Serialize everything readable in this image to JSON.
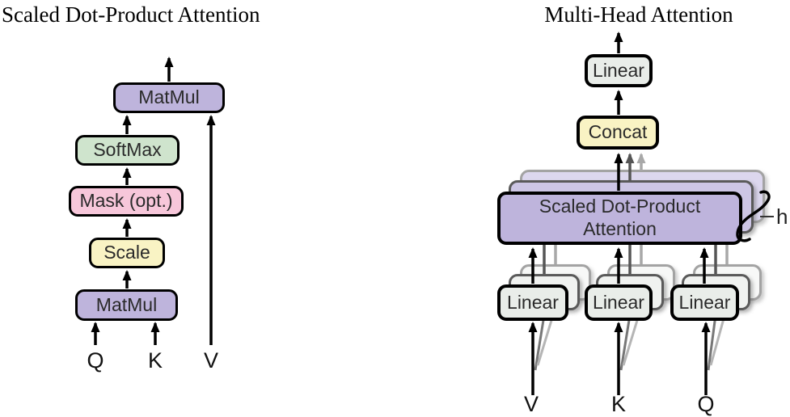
{
  "palette": {
    "purple": "#beb4dc",
    "purple_mid": "#cdc6e5",
    "purple_back": "#dcd7ee",
    "green": "#cfe4cd",
    "pink": "#f7c7da",
    "yellow": "#f9f3c4",
    "gray_green": "#e9ede9",
    "gray_mid": "#f0f2f0",
    "gray_back": "#f7f8f7",
    "shadow_mid_border": "#5a5a5a",
    "shadow_back_border": "#a3a3a3",
    "arrow_black": "#000000",
    "arrow_dark": "#555555",
    "arrow_light": "#a8a8a8"
  },
  "left": {
    "title": "Scaled Dot-Product Attention",
    "boxes": {
      "matmul_top": {
        "label": "MatMul"
      },
      "softmax": {
        "label": "SoftMax"
      },
      "mask": {
        "label": "Mask (opt.)"
      },
      "scale": {
        "label": "Scale"
      },
      "matmul_bottom": {
        "label": "MatMul"
      }
    },
    "inputs": {
      "q": "Q",
      "k": "K",
      "v": "V"
    }
  },
  "right": {
    "title": "Multi-Head Attention",
    "boxes": {
      "linear_out": {
        "label": "Linear"
      },
      "concat": {
        "label": "Concat"
      },
      "attention": {
        "label": "Scaled Dot-Product Attention"
      },
      "linear_v": {
        "label": "Linear"
      },
      "linear_k": {
        "label": "Linear"
      },
      "linear_q": {
        "label": "Linear"
      }
    },
    "heads_label": "h",
    "inputs": {
      "v": "V",
      "k": "K",
      "q": "Q"
    }
  }
}
